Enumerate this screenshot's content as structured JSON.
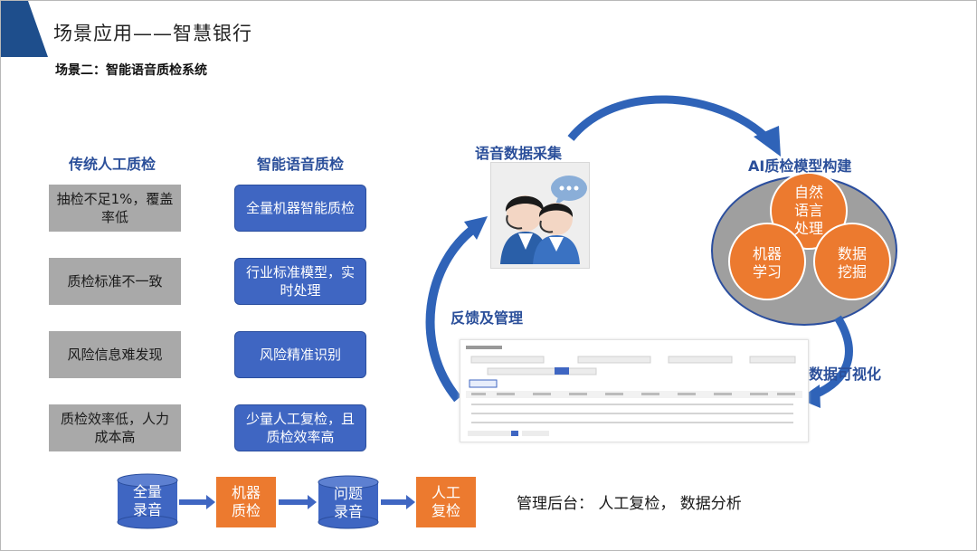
{
  "title": "场景应用——智慧银行",
  "subtitle": "场景二：智能语音质检系统",
  "colors": {
    "accent_blue": "#3f66c2",
    "gray_box": "#a9a9a9",
    "orange": "#ec7a2f",
    "corner": "#1e4e8c"
  },
  "traditional": {
    "heading": "传统人工质检",
    "items": [
      "抽检不足1%，覆盖率低",
      "质检标准不一致",
      "风险信息难发现",
      "质检效率低，人力成本高"
    ]
  },
  "smart": {
    "heading": "智能语音质检",
    "items": [
      "全量机器智能质检",
      "行业标准模型，实时处理",
      "风险精准识别",
      "少量人工复检，且质检效率高"
    ]
  },
  "flow": {
    "step1": {
      "line1": "全量",
      "line2": "录音"
    },
    "step2": {
      "line1": "机器",
      "line2": "质检"
    },
    "step3": {
      "line1": "问题",
      "line2": "录音"
    },
    "step4": {
      "line1": "人工",
      "line2": "复检"
    }
  },
  "cycle": {
    "collect": "语音数据采集",
    "model": "AI质检模型构建",
    "visual": "数据可视化",
    "feedback": "反馈及管理",
    "nlp": {
      "line1": "自然",
      "line2": "语言",
      "line3": "处理"
    },
    "ml": {
      "line1": "机器",
      "line2": "学习"
    },
    "dm": {
      "line1": "数据",
      "line2": "挖掘"
    }
  },
  "management_note": "管理后台： 人工复检， 数据分析"
}
